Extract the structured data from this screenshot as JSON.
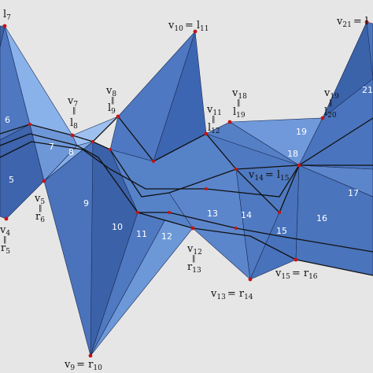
{
  "colors": {
    "background": "#e6e6e6",
    "face_dark": "#4a6fb5",
    "face_mid": "#5a82c8",
    "face_light": "#7fa7e0",
    "edge": "#111111",
    "vertex": "#c41414"
  },
  "vertex_labels": [
    {
      "id": "l7",
      "base": "l",
      "sub": "7"
    },
    {
      "id": "v10",
      "base": "v",
      "sub": "10",
      "eq": "= l",
      "sub2": "11"
    },
    {
      "id": "v21",
      "base": "v",
      "sub": "21",
      "eq": "= l",
      "sub2": ""
    },
    {
      "id": "v7",
      "base": "v",
      "sub": "7",
      "eq_stacked": "l",
      "sub2": "8"
    },
    {
      "id": "v8",
      "base": "v",
      "sub": "8",
      "eq_stacked": "l",
      "sub2": "9"
    },
    {
      "id": "v11",
      "base": "v",
      "sub": "11",
      "eq_stacked": "l",
      "sub2": "12"
    },
    {
      "id": "v18",
      "base": "v",
      "sub": "18",
      "eq_stacked": "l",
      "sub2": "19"
    },
    {
      "id": "v19",
      "base": "v",
      "sub": "19",
      "eq_stacked": "l",
      "sub2": "20"
    },
    {
      "id": "v14",
      "base": "v",
      "sub": "14",
      "eq": "= l",
      "sub2": "15"
    },
    {
      "id": "v5",
      "base": "v",
      "sub": "5",
      "eq_stacked": "r",
      "sub2": "6"
    },
    {
      "id": "v4",
      "base": "v",
      "sub": "4",
      "eq_stacked": "r",
      "sub2": "5"
    },
    {
      "id": "v12",
      "base": "v",
      "sub": "12",
      "eq_stacked": "r",
      "sub2": "13"
    },
    {
      "id": "v15",
      "base": "v",
      "sub": "15",
      "eq": "= r",
      "sub2": "16"
    },
    {
      "id": "v13",
      "base": "v",
      "sub": "13",
      "eq": "= r",
      "sub2": "14"
    },
    {
      "id": "v9",
      "base": "v",
      "sub": "9",
      "eq": "= r",
      "sub2": "10"
    }
  ],
  "face_numbers": [
    "5",
    "6",
    "7",
    "8",
    "9",
    "10",
    "11",
    "12",
    "13",
    "14",
    "15",
    "16",
    "17",
    "18",
    "19",
    "21"
  ]
}
